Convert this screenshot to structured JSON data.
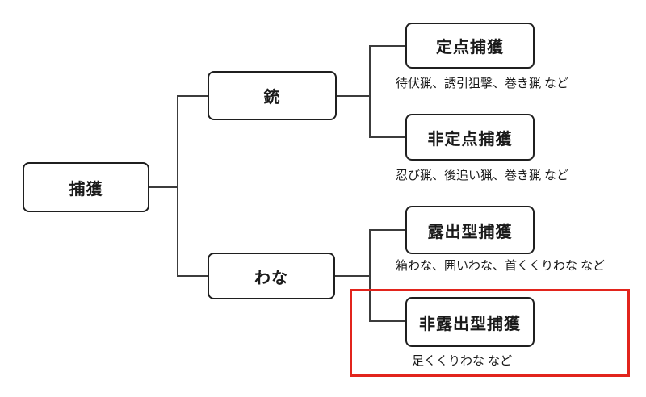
{
  "diagram": {
    "title": "capture-methods-tree",
    "highlight_color": "#e2241c",
    "root": {
      "label": "捕獲"
    },
    "branches": [
      {
        "label": "銃",
        "children": [
          {
            "label": "定点捕獲",
            "examples": "待伏猟、誘引狙撃、巻き猟 など"
          },
          {
            "label": "非定点捕獲",
            "examples": "忍び猟、後追い猟、巻き猟 など"
          }
        ]
      },
      {
        "label": "わな",
        "children": [
          {
            "label": "露出型捕獲",
            "examples": "箱わな、囲いわな、首くくりわな など"
          },
          {
            "label": "非露出型捕獲",
            "examples": "足くくりわな など",
            "highlighted": true
          }
        ]
      }
    ]
  }
}
